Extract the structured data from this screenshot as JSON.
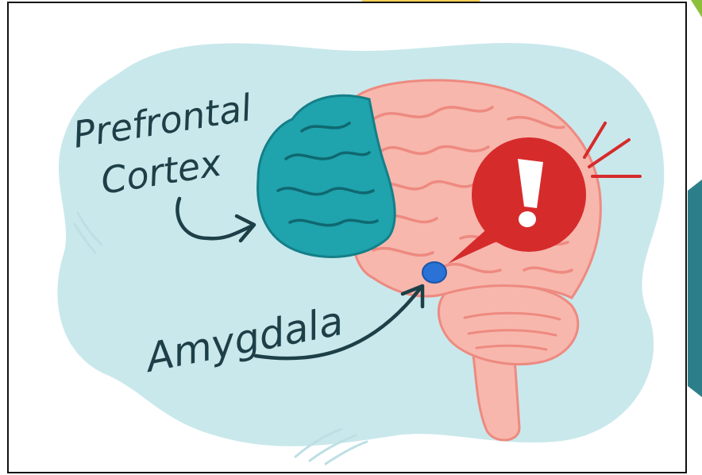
{
  "labels": {
    "prefrontal_line1": "Prefrontal",
    "prefrontal_line2": "Cortex",
    "amygdala": "Amygdala",
    "alert_symbol": "!"
  },
  "colors": {
    "background_blob": "#c9e8ec",
    "prefrontal": "#1fa3ad",
    "brain": "#f7b7ad",
    "brain_folds": "#ee8a80",
    "amygdala": "#2a72d6",
    "alert": "#d62b2b",
    "ink": "#1d3f47",
    "top_tab": "#f2cf54",
    "right_tab_green": "#8cbf3a",
    "right_tab_teal": "#2c7f8a"
  },
  "icons": {
    "alert": "exclamation-bubble-icon",
    "pointer_arrows": "curved-arrow-icon"
  }
}
